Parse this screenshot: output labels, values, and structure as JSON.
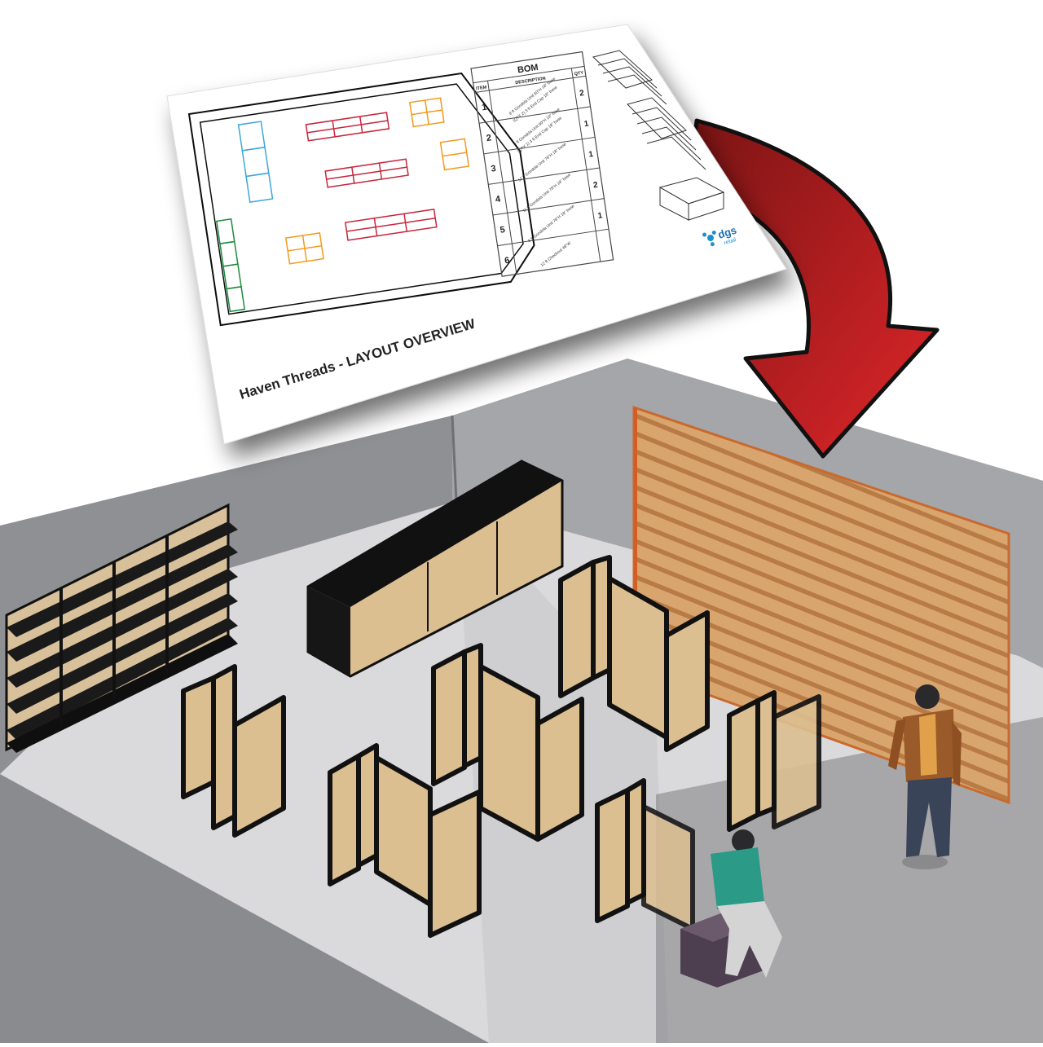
{
  "layout_sheet": {
    "title": "Haven Threads - LAYOUT OVERVIEW",
    "bom": {
      "heading": "BOM",
      "columns": {
        "item": "ITEM",
        "description": "DESCRIPTION",
        "qty": "QTY"
      },
      "rows": [
        {
          "item": "1",
          "description": "8 ft Gondola Unit 60\"H 18\" base",
          "description2": "(QTY 2) 3 ft End Cap 18\" base",
          "qty": "2"
        },
        {
          "item": "2",
          "description": "4 ft Gondola Unit 60\"H 18\" base",
          "description2": "(QTY 1) 3 ft End Cap 18\" base",
          "qty": "1"
        },
        {
          "item": "3",
          "description": "12 ft Gondola Unit 78\"H 18\" base",
          "description2": "",
          "qty": "1"
        },
        {
          "item": "4",
          "description": "11 ft Gondola Unit 78\"H 18\" base",
          "description2": "",
          "qty": "2"
        },
        {
          "item": "5",
          "description": "8 ft Gondola Unit 78\"H 18\" base",
          "description2": "",
          "qty": "1"
        },
        {
          "item": "6",
          "description": "12 ft Checkout 48\"W",
          "description2": "",
          "qty": ""
        }
      ]
    },
    "logo": {
      "name": "dgs",
      "sub": "retail"
    }
  },
  "colors": {
    "arrow_dark": "#7a1414",
    "arrow_light": "#e0262a",
    "panel_tan": "#dcbf91",
    "panel_outline": "#111111",
    "floor": "#d9d9db",
    "wall_left": "#8f9094",
    "wall_back": "#a7a8ab",
    "slatwall": "#d49c62",
    "plan_red": "#c8283c",
    "plan_orange": "#f39a1e",
    "plan_blue": "#3aa6dc",
    "plan_green": "#1e8c3c"
  },
  "icons": [
    "curved-arrow-icon",
    "dgs-logo-icon"
  ]
}
